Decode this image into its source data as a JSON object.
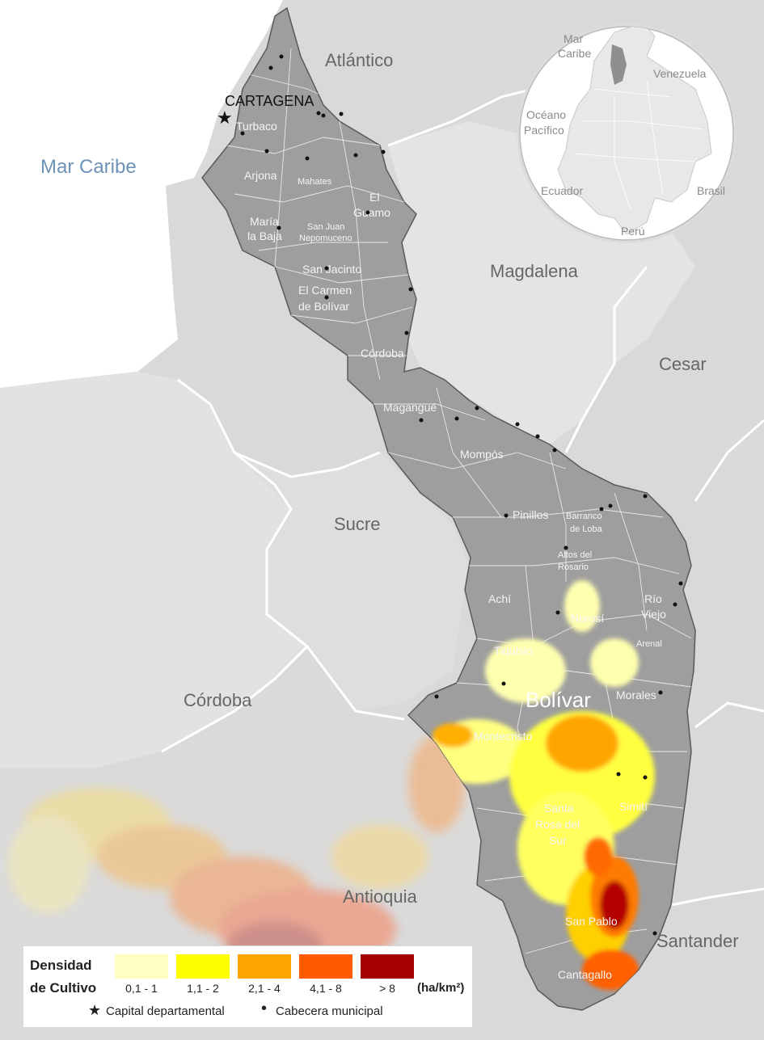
{
  "departments": {
    "atlantico": "Atlántico",
    "magdalena": "Magdalena",
    "cesar": "Cesar",
    "sucre": "Sucre",
    "cordoba": "Córdoba",
    "antioquia": "Antioquia",
    "santander": "Santander",
    "bolivar": "Bolívar"
  },
  "sea_label": "Mar Caribe",
  "capital_label": "CARTAGENA",
  "municipalities": {
    "turbaco": "Turbaco",
    "arjona": "Arjona",
    "mahates": "Mahates",
    "el": "El",
    "guamo": "Guamo",
    "maria": "María",
    "la_baja": "la Baja",
    "san_juan": "San Juan",
    "nepomuceno": "Nepomuceno",
    "san_jacinto": "San Jacinto",
    "el_carmen": "El Carmen",
    "de_bolivar": "de Bolívar",
    "cordoba_muni": "Córdoba",
    "magangue": "Magangué",
    "mompos": "Mompós",
    "pinillos": "Pinillos",
    "barranco": "Barranco",
    "de_loba": "de Loba",
    "altos_del": "Altos del",
    "rosario": "Rosario",
    "achi": "Achí",
    "norosi": "Norosí",
    "rio": "Río",
    "viejo": "Viejo",
    "arenal": "Arenal",
    "tiquisio": "Tiquisio",
    "morales": "Morales",
    "montecristo": "Montecristo",
    "santa": "Santa",
    "rosa_del": "Rosa del",
    "sur": "Sur",
    "simiti": "Simití",
    "san_pablo": "San Pablo",
    "cantagallo": "Cantagallo"
  },
  "inset": {
    "mar": "Mar",
    "caribe": "Caribe",
    "venezuela": "Venezuela",
    "oceano": "Océano",
    "pacifico": "Pacífico",
    "ecuador": "Ecuador",
    "brasil": "Brasil",
    "peru": "Perú"
  },
  "legend": {
    "title_line1": "Densidad",
    "title_line2": "de Cultivo",
    "classes": [
      {
        "range": "0,1 - 1",
        "color": "#ffffc4"
      },
      {
        "range": "1,1 - 2",
        "color": "#ffff00"
      },
      {
        "range": "2,1 - 4",
        "color": "#ffa500"
      },
      {
        "range": "4,1 - 8",
        "color": "#ff5a00"
      },
      {
        "range": "> 8",
        "color": "#a50000"
      }
    ],
    "unit": "(ha/km²)",
    "capital_symbol_label": "Capital departamental",
    "cabecera_symbol_label": "Cabecera municipal"
  },
  "colors": {
    "bolivar_fill": "#9d9d9d",
    "neighbor_fill": "#dcdcdc",
    "sea_label": "#6f93b8"
  }
}
